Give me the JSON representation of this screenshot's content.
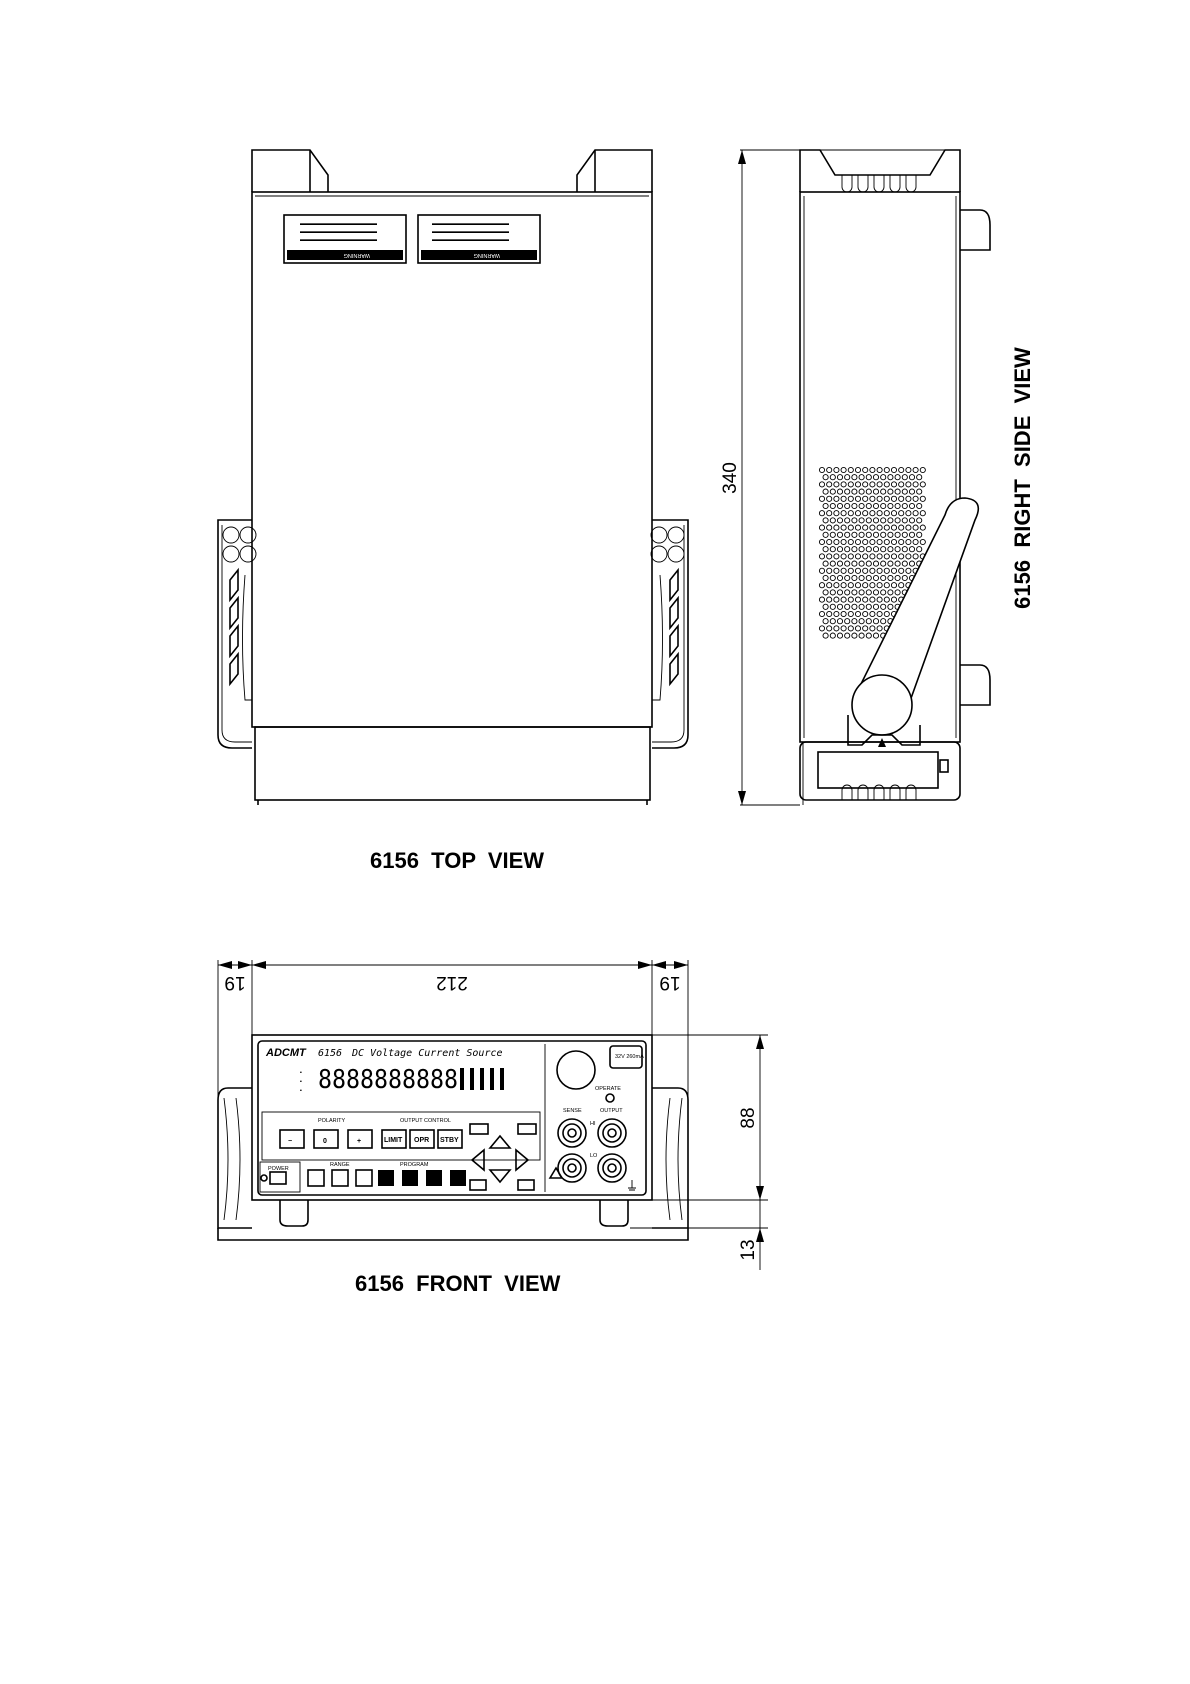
{
  "captions": {
    "top_view": "6156  TOP  VIEW",
    "side_view": "6156  RIGHT  SIDE  VIEW",
    "front_view": "6156  FRONT  VIEW"
  },
  "dimensions": {
    "height_340": "340",
    "left_19": "19",
    "width_212": "212",
    "right_19": "19",
    "front_88": "88",
    "foot_13": "13"
  },
  "front_panel": {
    "brand": "ADCMT",
    "model": "6156",
    "product_name": "DC Voltage Current Source",
    "display_digits": "8888888888",
    "section_polarity": "POLARITY",
    "section_output_control": "OUTPUT CONTROL",
    "section_range": "RANGE",
    "section_program": "PROGRAM",
    "btn_minus": "−",
    "btn_zero": "0",
    "btn_plus": "+",
    "btn_limit": "LIMIT",
    "btn_opr": "OPR",
    "btn_stby": "STBY",
    "power_label": "POWER",
    "operate_label": "OPERATE",
    "sense_label": "SENSE",
    "output_label": "OUTPUT",
    "rating": "32V 260mA",
    "hi_label": "HI",
    "lo_label": "LO"
  },
  "warning_label": {
    "title": "WARNING"
  }
}
